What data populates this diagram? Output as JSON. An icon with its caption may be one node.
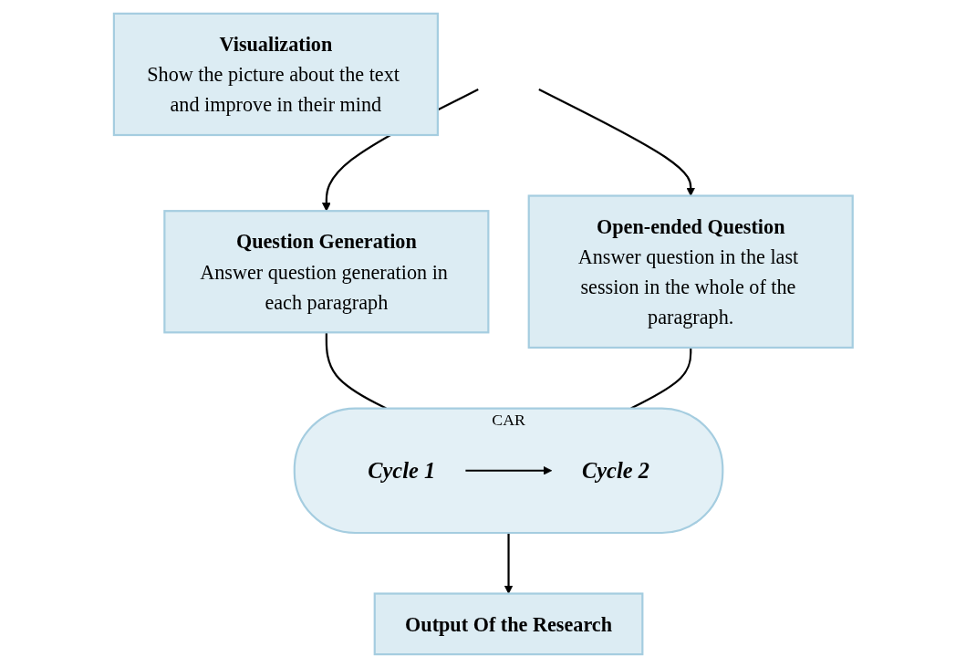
{
  "diagram": {
    "nodes": [
      {
        "text": [
          "Question Generation",
          "Answer question generation in each paragraph"
        ]
      },
      {
        "text": [
          "Visualization",
          "Show the picture about the text and improve in their mind"
        ]
      },
      {
        "text": [
          "Open-ended Question",
          "Answer question in the last session in the whole of the paragraph."
        ]
      },
      {
        "text": [
          "CAR"
        ]
      },
      {
        "text": [
          "Cycle 1"
        ],
        "in": 3
      },
      {
        "text": [
          "Cycle 2"
        ],
        "in": 3
      },
      {
        "text": [
          "Output Of the Research"
        ]
      }
    ],
    "edges": [
      {
        "from": null,
        "to": 0,
        "arrow": "to"
      },
      {
        "from": null,
        "to": 2,
        "arrow": "to"
      },
      {
        "from": 0,
        "to": 3,
        "arrow": "none"
      },
      {
        "from": 2,
        "to": 3,
        "arrow": "none"
      },
      {
        "from": 4,
        "to": 5,
        "arrow": "to"
      },
      {
        "from": 3,
        "to": 6,
        "arrow": "to"
      }
    ]
  }
}
